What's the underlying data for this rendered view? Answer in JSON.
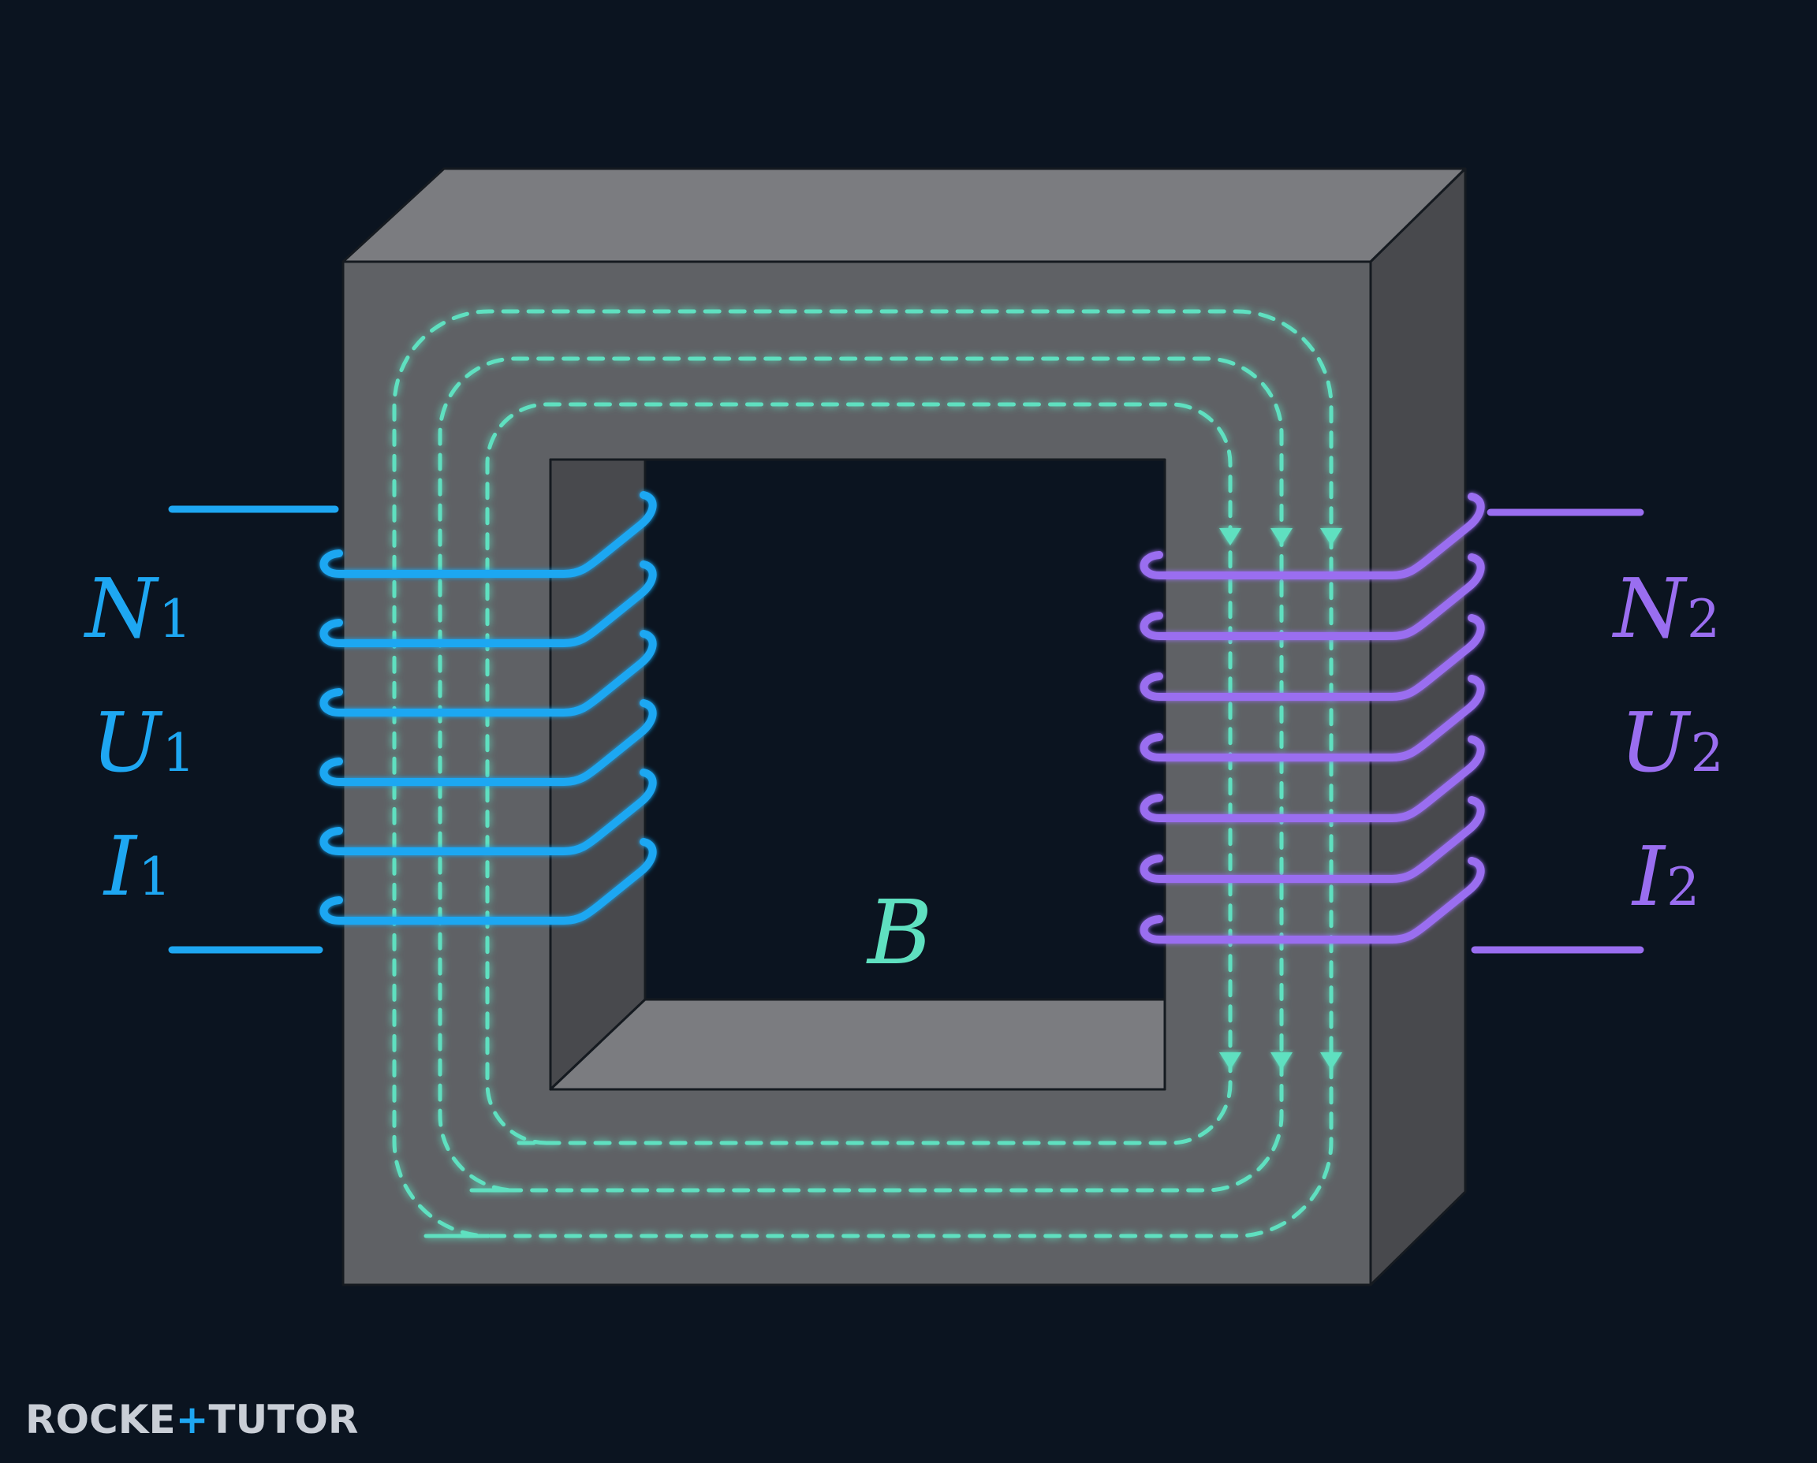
{
  "colors": {
    "background": "#0b1420",
    "core_front": "#5f6165",
    "core_top": "#7b7c80",
    "core_side": "#48494d",
    "primary": "#1ea7f2",
    "secondary": "#9a6ef0",
    "flux": "#5fe0c0",
    "logo": "#c9ced6",
    "logo_accent": "#1ea7f2"
  },
  "primary": {
    "turns": 6,
    "n": "N",
    "u": "U",
    "i": "I",
    "sub": "1"
  },
  "secondary": {
    "turns": 7,
    "n": "N",
    "u": "U",
    "i": "I",
    "sub": "2"
  },
  "flux_label": "B",
  "logo": {
    "part1": "ROCKE",
    "part2": "TUTO",
    "part3": "R"
  }
}
